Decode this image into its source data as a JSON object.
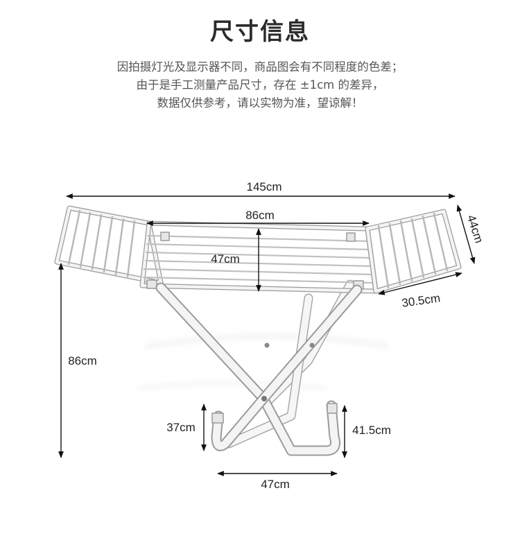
{
  "page": {
    "title": "尺寸信息",
    "notice_lines": [
      "因拍摄灯光及显示器不同，商品图会有不同程度的色差；",
      "由于是手工测量产品尺寸，存在 ±1cm 的差异，",
      "数据仅供参考，请以实物为准，望谅解！"
    ]
  },
  "dimensions": {
    "total_width": "145cm",
    "middle_width": "86cm",
    "middle_depth": "47cm",
    "wing_width": "44cm",
    "wing_depth": "30.5cm",
    "total_height": "86cm",
    "left_foot_height": "37cm",
    "right_foot_height": "41.5cm",
    "base_width": "47cm"
  },
  "colors": {
    "frame": "#f4f4f4",
    "frame_edge": "#9a9a9a",
    "dimension_line": "#111111"
  }
}
